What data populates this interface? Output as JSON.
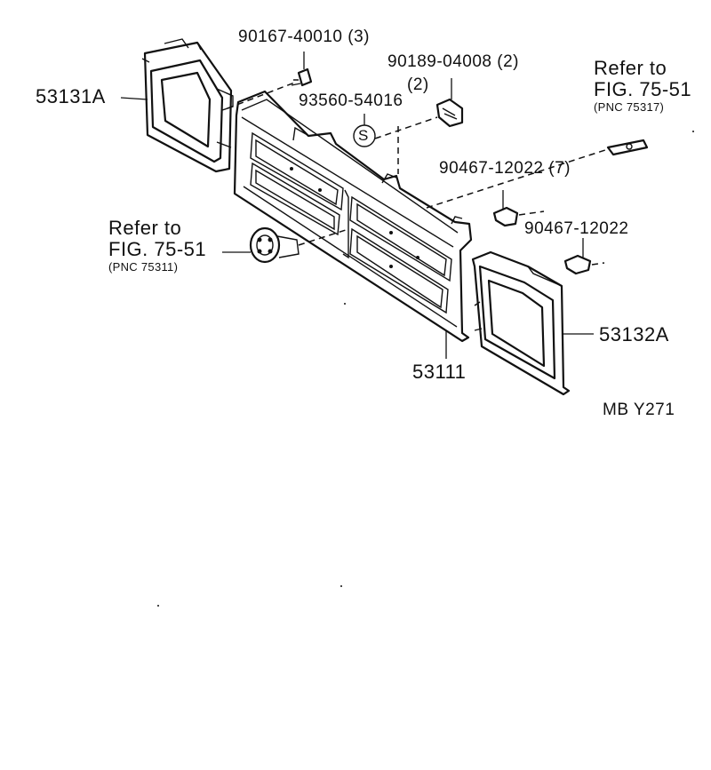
{
  "labels": {
    "left_bezel": "53131A",
    "screw": "90167-40010 (3)",
    "clip_top": "90189-04008 (2)",
    "sealer_qty": "(2)",
    "sealer": "93560-54016",
    "sealer_symbol": "S",
    "refer_right_1": "Refer to",
    "refer_right_2": "FIG. 75-51",
    "refer_right_pnc": "(PNC 75317)",
    "clip_mid": "90467-12022 (7)",
    "refer_left_1": "Refer to",
    "refer_left_2": "FIG. 75-51",
    "refer_left_pnc": "(PNC 75311)",
    "clip_right": "90467-12022",
    "right_bezel": "53132A",
    "grille": "53111",
    "figure_code": "MB Y271"
  }
}
